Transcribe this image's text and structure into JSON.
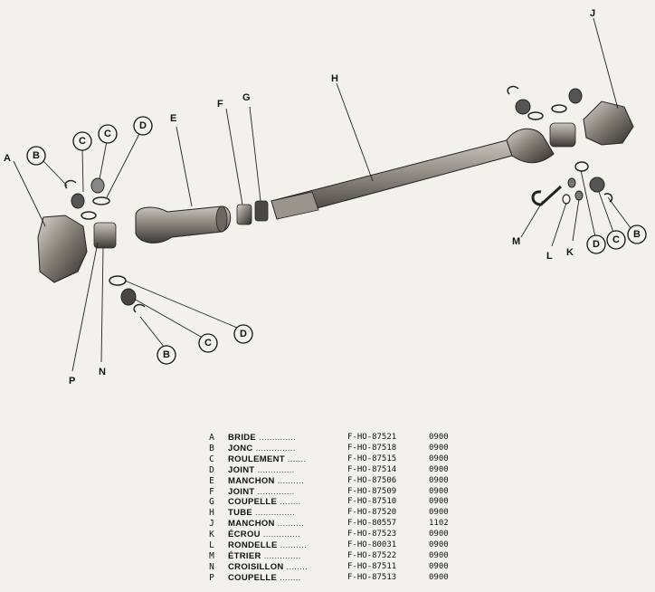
{
  "callouts": {
    "A": "A",
    "B": "B",
    "C": "C",
    "D": "D",
    "E": "E",
    "F": "F",
    "G": "G",
    "H": "H",
    "J": "J",
    "K": "K",
    "L": "L",
    "M": "M",
    "N": "N",
    "P": "P"
  },
  "parts": [
    {
      "letter": "A",
      "name": "BRIDE",
      "dots": "..............",
      "ref": "F-HO-87521",
      "code": "0900"
    },
    {
      "letter": "B",
      "name": "JONC",
      "dots": "...............",
      "ref": "F-HO-87518",
      "code": "0900"
    },
    {
      "letter": "C",
      "name": "ROULEMENT",
      "dots": ".......",
      "ref": "F-HO-87515",
      "code": "0900"
    },
    {
      "letter": "D",
      "name": "JOINT",
      "dots": "..............",
      "ref": "F-HO-87514",
      "code": "0900"
    },
    {
      "letter": "E",
      "name": "MANCHON",
      "dots": "..........",
      "ref": "F-HO-87506",
      "code": "0900"
    },
    {
      "letter": "F",
      "name": "JOINT",
      "dots": "..............",
      "ref": "F-HO-87509",
      "code": "0900"
    },
    {
      "letter": "G",
      "name": "COUPELLE",
      "dots": "........",
      "ref": "F-HO-87510",
      "code": "0900"
    },
    {
      "letter": "H",
      "name": "TUBE",
      "dots": "...............",
      "ref": "F-HO-87520",
      "code": "0900"
    },
    {
      "letter": "J",
      "name": "MANCHON",
      "dots": "..........",
      "ref": "F-HO-80557",
      "code": "1102"
    },
    {
      "letter": "K",
      "name": "ÉCROU",
      "dots": "..............",
      "ref": "F-HO-87523",
      "code": "0900"
    },
    {
      "letter": "L",
      "name": "RONDELLE",
      "dots": "..........",
      "ref": "F-HO-80031",
      "code": "0900"
    },
    {
      "letter": "M",
      "name": "ÉTRIER",
      "dots": "..............",
      "ref": "F-HO-87522",
      "code": "0900"
    },
    {
      "letter": "N",
      "name": "CROISILLON",
      "dots": "........",
      "ref": "F-HO-87511",
      "code": "0900"
    },
    {
      "letter": "P",
      "name": "COUPELLE",
      "dots": "........",
      "ref": "F-HO-87513",
      "code": "0900"
    }
  ]
}
